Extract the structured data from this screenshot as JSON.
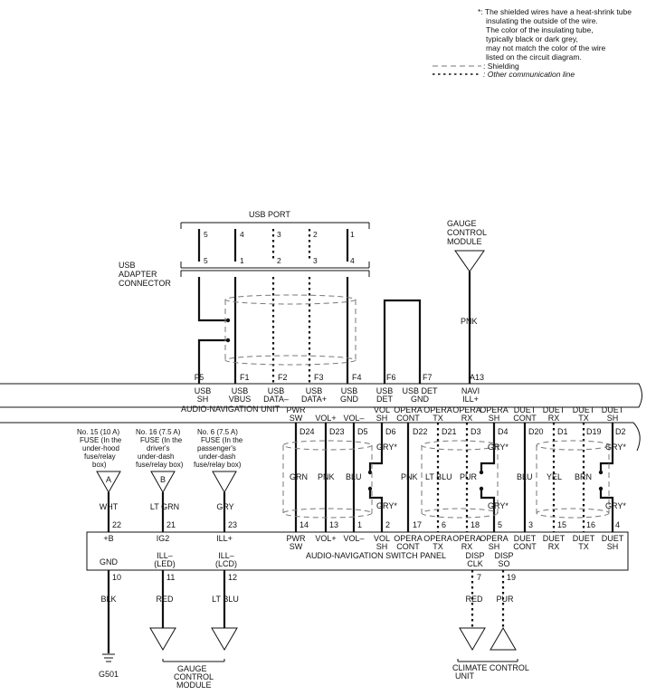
{
  "legend": {
    "note_lines": [
      "*: The shielded wires have a heat-shrink tube",
      "insulating the outside of the wire.",
      "The color of the insulating tube,",
      "typically black or dark grey,",
      "may not match the color of the wire",
      "listed on the circuit diagram."
    ],
    "shielding": ": Shielding",
    "other_line": ": Other communication line"
  },
  "usb_port": {
    "label": "USB PORT",
    "top_pins": [
      "5",
      "4",
      "3",
      "2",
      "1"
    ],
    "bottom_pins": [
      "5",
      "1",
      "2",
      "3",
      "4"
    ]
  },
  "adapter": {
    "label_lines": [
      "USB",
      "ADAPTER",
      "CONNECTOR"
    ]
  },
  "gauge_top": {
    "label_lines": [
      "GAUGE",
      "CONTROL",
      "MODULE"
    ],
    "wire": "PNK"
  },
  "unit": {
    "name": "AUDIO-NAVIGATION UNIT",
    "pins": [
      "F5",
      "F1",
      "F2",
      "F3",
      "F4",
      "F6",
      "F7",
      "A13"
    ],
    "signals": [
      [
        "USB",
        "SH"
      ],
      [
        "USB",
        "VBUS"
      ],
      [
        "USB",
        "DATA–"
      ],
      [
        "USB",
        "DATA+"
      ],
      [
        "USB",
        "GND"
      ],
      [
        "USB",
        "DET"
      ],
      [
        "USB DET",
        "GND"
      ],
      [
        "NAVI",
        "ILL+"
      ]
    ]
  },
  "panel_upper": {
    "signals": [
      [
        "PWR",
        "SW"
      ],
      [
        "VOL+"
      ],
      [
        "VOL–"
      ],
      [
        "VOL",
        "SH"
      ],
      [
        "OPERA",
        "CONT"
      ],
      [
        "OPERA",
        "TX"
      ],
      [
        "OPERA",
        "RX"
      ],
      [
        "OPERA",
        "SH"
      ],
      [
        "DUET",
        "CONT"
      ],
      [
        "DUET",
        "RX"
      ],
      [
        "DUET",
        "TX"
      ],
      [
        "DUET",
        "SH"
      ]
    ],
    "pins": [
      "D24",
      "D23",
      "D5",
      "D6",
      "D22",
      "D21",
      "D3",
      "D4",
      "D20",
      "D1",
      "D19",
      "D2"
    ],
    "wires": [
      "GRN",
      "PNK",
      "BLU",
      "PNK",
      "LT BLU",
      "PUR",
      "BLU",
      "YEL",
      "BRN"
    ],
    "gry": "GRY*"
  },
  "fuses": [
    {
      "lines": [
        "No. 15 (10 A)",
        "FUSE (In the",
        "under-hood",
        "fuse/relay",
        "box)"
      ],
      "letter": "A",
      "wire": "WHT",
      "pin": "22",
      "signal": "+B"
    },
    {
      "lines": [
        "No. 16 (7.5 A)",
        "FUSE (In the",
        "driver's",
        "under-dash",
        "fuse/relay box)"
      ],
      "letter": "B",
      "wire": "LT GRN",
      "pin": "21",
      "signal": "IG2"
    },
    {
      "lines": [
        "No. 6 (7.5 A)",
        "FUSE (In the",
        "passenger's",
        "under-dash",
        "fuse/relay box)"
      ],
      "letter": "",
      "wire": "GRY",
      "pin": "23",
      "signal": "ILL+"
    }
  ],
  "panel": {
    "name": "AUDIO-NAVIGATION SWITCH PANEL",
    "top_pins": [
      "14",
      "13",
      "1",
      "2",
      "17",
      "6",
      "18",
      "5",
      "3",
      "15",
      "16",
      "4"
    ],
    "top_signals": [
      [
        "PWR",
        "SW"
      ],
      [
        "VOL+"
      ],
      [
        "VOL–"
      ],
      [
        "VOL",
        "SH"
      ],
      [
        "OPERA",
        "CONT"
      ],
      [
        "OPERA",
        "TX"
      ],
      [
        "OPERA",
        "RX"
      ],
      [
        "OPERA",
        "SH"
      ],
      [
        "DUET",
        "CONT"
      ],
      [
        "DUET",
        "RX"
      ],
      [
        "DUET",
        "TX"
      ],
      [
        "DUET",
        "SH"
      ]
    ],
    "bottom_signals": [
      [
        "GND"
      ],
      [
        "ILL–",
        "(LED)"
      ],
      [
        "ILL–",
        "(LCD)"
      ],
      [
        "DISP",
        "CLK"
      ],
      [
        "DISP",
        "SO"
      ]
    ],
    "bottom_pins": [
      "10",
      "11",
      "12",
      "7",
      "19"
    ],
    "bottom_wires": [
      "BLK",
      "RED",
      "LT BLU",
      "RED",
      "PUR"
    ]
  },
  "ground": "G501",
  "gauge_bottom": {
    "label_lines": [
      "GAUGE",
      "CONTROL",
      "MODULE"
    ]
  },
  "climate": {
    "label_lines": [
      "CLIMATE CONTROL",
      "UNIT"
    ]
  }
}
